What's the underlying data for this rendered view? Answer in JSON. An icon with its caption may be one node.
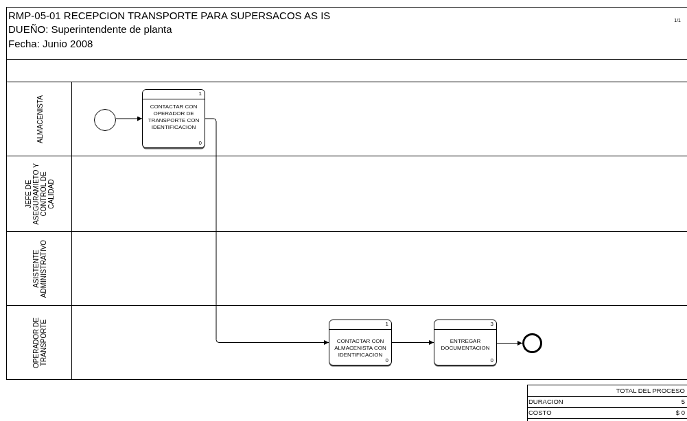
{
  "diagram": {
    "title": "RMP-05-01 RECEPCION TRANSPORTE PARA SUPERSACOS AS IS",
    "nodes": [
      {
        "text": [
          "ALMACENISTA"
        ]
      },
      {
        "text": [
          "JEFE DE ASEGURAMIETO Y CONTROL DE CALIDAD"
        ]
      },
      {
        "text": [
          "ASISTENTE ADMINISTRATIVO"
        ]
      },
      {
        "text": [
          "OPERADOR DE TRANSPORTE"
        ]
      },
      {
        "text": [],
        "shape": "circle"
      },
      {
        "text": [
          "1",
          "CONTACTAR CON OPERADOR DE TRANSPORTE CON IDENTIFICACION",
          "0"
        ]
      },
      {
        "text": [
          "1",
          "CONTACTAR CON ALMACENISTA CON IDENTIFICACION",
          "0"
        ]
      },
      {
        "text": [
          "3",
          "ENTREGAR DOCUMENTACION",
          "0"
        ]
      },
      {
        "text": [],
        "shape": "circle"
      }
    ],
    "edges": [
      {
        "from": 4,
        "to": 5,
        "arrow": "to"
      },
      {
        "from": 5,
        "to": 6,
        "arrow": "to"
      },
      {
        "from": 6,
        "to": 7,
        "arrow": "to"
      },
      {
        "from": 7,
        "to": 8,
        "arrow": "to"
      }
    ],
    "labels": [
      "1/1",
      "DUEÑO: Superintendente de planta",
      "Fecha: Junio 2008",
      "TOTAL DEL PROCESO",
      "DURACION",
      "5",
      "COSTO",
      "$ 0"
    ]
  }
}
